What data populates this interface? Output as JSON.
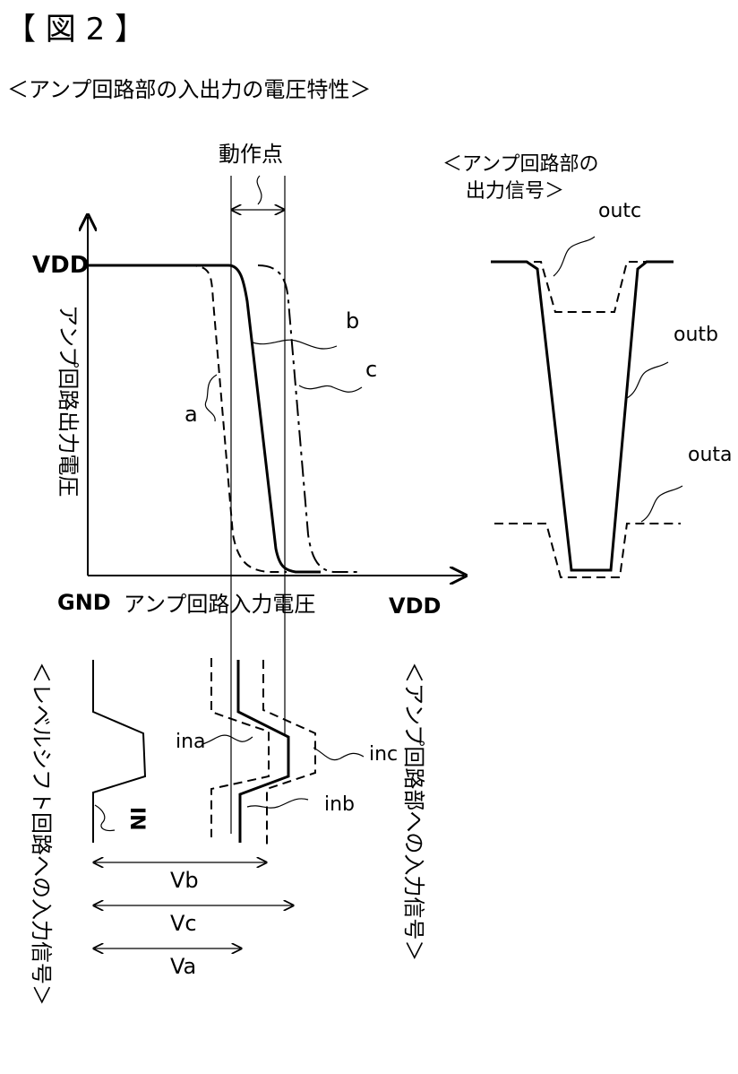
{
  "figure_label": "【 図 2 】",
  "main_title": "＜アンプ回路部の入出力の電圧特性＞",
  "operating_point_label": "動作点",
  "output_panel_title_line1": "＜アンプ回路部の",
  "output_panel_title_line2": "出力信号＞",
  "axis": {
    "vdd_y": "VDD",
    "gnd": "GND",
    "x_label": "アンプ回路入力電圧",
    "vdd_x": "VDD",
    "y_label": "アンプ回路出力電圧"
  },
  "curve_labels": {
    "a": "a",
    "b": "b",
    "c": "c"
  },
  "output_signals": {
    "outc": "outc",
    "outb": "outb",
    "outa": "outa"
  },
  "input_signals": {
    "ina": "ina",
    "inb": "inb",
    "inc": "inc",
    "IN": "IN"
  },
  "ranges": {
    "vb": "Vb",
    "vc": "Vc",
    "va": "Va"
  },
  "left_vertical_label": "＜レベルシフト回路への入力信号＞",
  "right_vertical_label": "＜アンプ回路部への入力信号＞"
}
